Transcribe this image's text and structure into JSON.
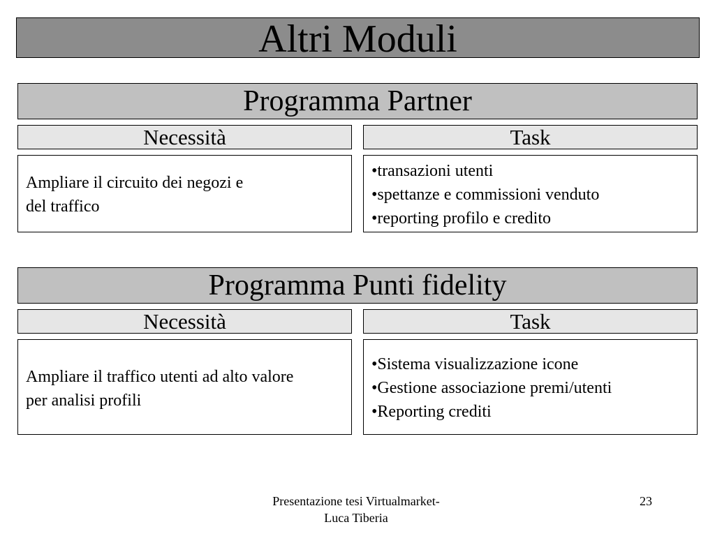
{
  "slide": {
    "title": "Altri Moduli"
  },
  "sections": [
    {
      "title": "Programma Partner",
      "needs_header": "Necessità",
      "task_header": "Task",
      "needs_lines": [
        "Ampliare il circuito dei negozi e",
        "del traffico"
      ],
      "tasks": [
        "•transazioni utenti",
        "•spettanze e commissioni venduto",
        "•reporting profilo e credito"
      ]
    },
    {
      "title": "Programma Punti fidelity",
      "needs_header": "Necessità",
      "task_header": "Task",
      "needs_lines": [
        "Ampliare il traffico utenti ad alto valore",
        "per analisi profili"
      ],
      "tasks": [
        "•Sistema visualizzazione icone",
        "•Gestione associazione premi/utenti",
        "•Reporting crediti"
      ]
    }
  ],
  "footer": {
    "author_lines": [
      "Presentazione tesi Virtualmarket-",
      "Luca Tiberia"
    ],
    "page_number": "23"
  },
  "colors": {
    "title_bar": "#8c8c8c",
    "section_header": "#c0c0c0",
    "column_header": "#e6e6e6",
    "border": "#000000"
  }
}
